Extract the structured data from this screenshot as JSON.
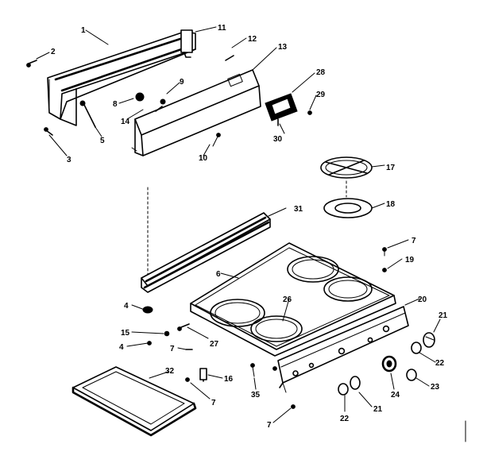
{
  "diagram": {
    "callouts": [
      "1",
      "2",
      "3",
      "4",
      "4",
      "5",
      "6",
      "7",
      "7",
      "7",
      "7",
      "8",
      "9",
      "10",
      "11",
      "12",
      "13",
      "14",
      "15",
      "16",
      "17",
      "18",
      "19",
      "20",
      "21",
      "21",
      "22",
      "22",
      "23",
      "24",
      "26",
      "27",
      "28",
      "29",
      "30",
      "31",
      "32",
      "35"
    ]
  },
  "colors": {
    "ink": "#000000",
    "paper": "#ffffff"
  }
}
